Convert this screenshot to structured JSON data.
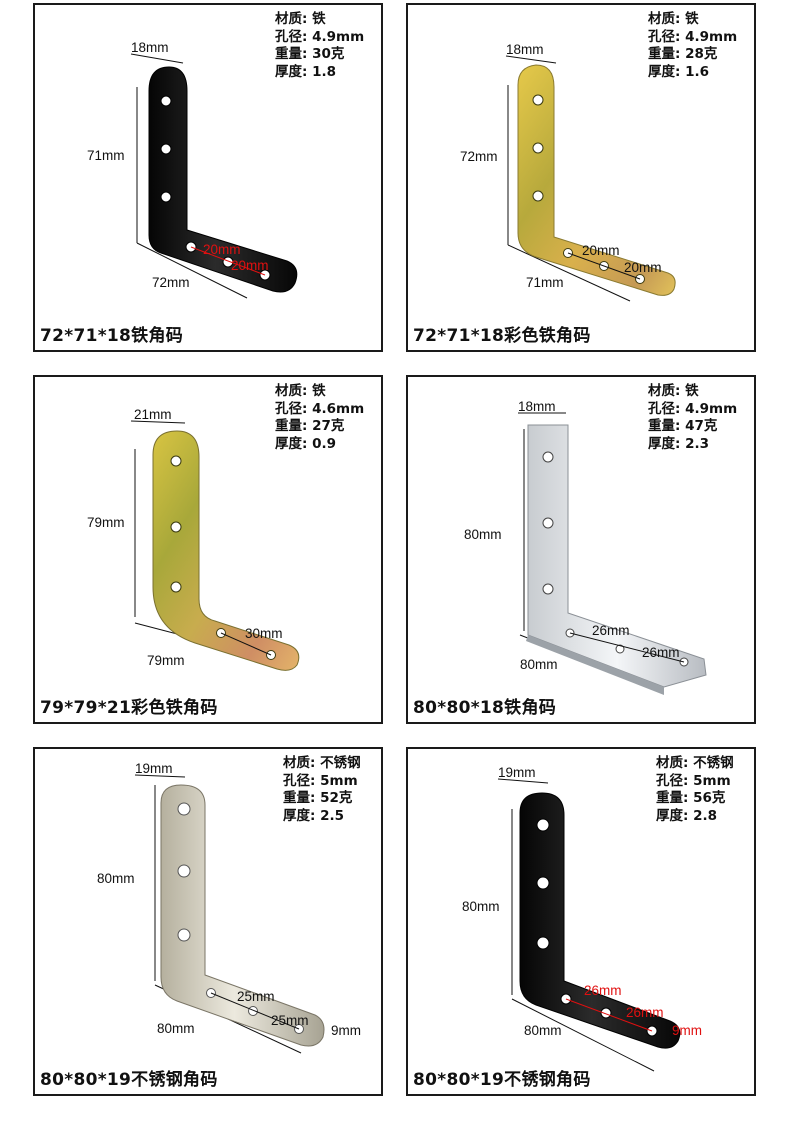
{
  "spec_labels": {
    "material": "材质:",
    "hole": "孔径:",
    "weight": "重量:",
    "thickness": "厚度:"
  },
  "colors": {
    "border": "#1a1a1a",
    "dim_text": "#111111",
    "dim_red": "#e01010"
  },
  "products": [
    {
      "caption": "72*71*18铁角码",
      "material": "铁",
      "hole": "4.9mm",
      "weight": "30克",
      "thickness": "1.8",
      "dims": {
        "width": "18mm",
        "height": "71mm",
        "length": "72mm",
        "spacing1": "20mm",
        "spacing2": "20mm"
      },
      "finish": "black"
    },
    {
      "caption": "72*71*18彩色铁角码",
      "material": "铁",
      "hole": "4.9mm",
      "weight": "28克",
      "thickness": "1.6",
      "dims": {
        "width": "18mm",
        "height": "72mm",
        "length": "71mm",
        "spacing1": "20mm",
        "spacing2": "20mm"
      },
      "finish": "color-zinc"
    },
    {
      "caption": "79*79*21彩色铁角码",
      "material": "铁",
      "hole": "4.6mm",
      "weight": "27克",
      "thickness": "0.9",
      "dims": {
        "width": "21mm",
        "height": "79mm",
        "length": "79mm",
        "spacing1": "30mm"
      },
      "finish": "color-zinc"
    },
    {
      "caption": "80*80*18铁角码",
      "material": "铁",
      "hole": "4.9mm",
      "weight": "47克",
      "thickness": "2.3",
      "dims": {
        "width": "18mm",
        "height": "80mm",
        "length": "80mm",
        "spacing1": "26mm",
        "spacing2": "26mm"
      },
      "finish": "silver"
    },
    {
      "caption": "80*80*19不锈钢角码",
      "material": "不锈钢",
      "hole": "5mm",
      "weight": "52克",
      "thickness": "2.5",
      "dims": {
        "width": "19mm",
        "height": "80mm",
        "length": "80mm",
        "spacing1": "25mm",
        "spacing2": "25mm",
        "edge": "9mm"
      },
      "finish": "stainless"
    },
    {
      "caption": "80*80*19不锈钢角码",
      "material": "不锈钢",
      "hole": "5mm",
      "weight": "56克",
      "thickness": "2.8",
      "dims": {
        "width": "19mm",
        "height": "80mm",
        "length": "80mm",
        "spacing1": "26mm",
        "spacing2": "26mm",
        "edge": "9mm"
      },
      "finish": "black"
    }
  ]
}
